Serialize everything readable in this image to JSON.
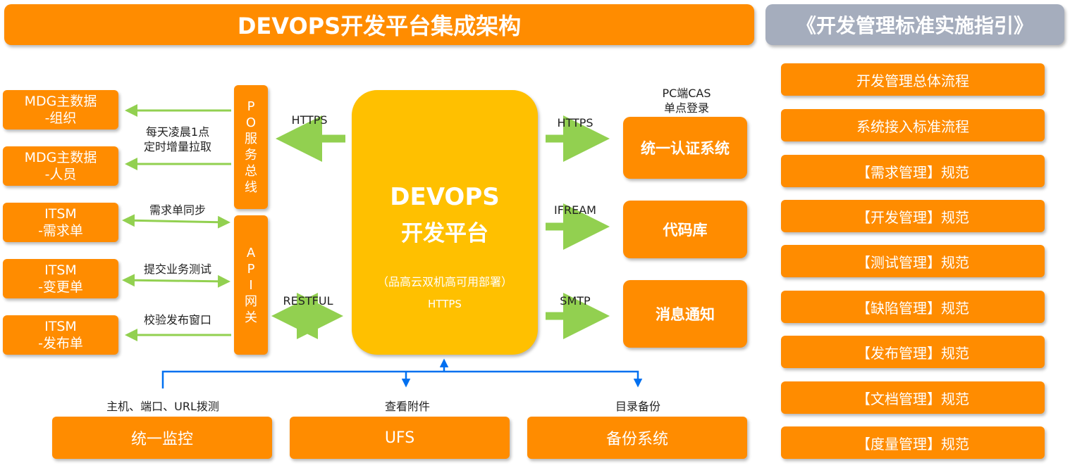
{
  "header": {
    "title": "DEVOPS开发平台集成架构",
    "guide_title": "《开发管理标准实施指引》"
  },
  "left_sources": [
    {
      "line1": "MDG主数据",
      "line2": "-组织"
    },
    {
      "line1": "MDG主数据",
      "line2": "-人员"
    },
    {
      "line1": "ITSM",
      "line2": "-需求单"
    },
    {
      "line1": "ITSM",
      "line2": "-变更单"
    },
    {
      "line1": "ITSM",
      "line2": "-发布单"
    }
  ],
  "po_bus": {
    "chars": [
      "P",
      "O",
      "服",
      "务",
      "总",
      "线"
    ]
  },
  "api_gateway": {
    "chars": [
      "A",
      "P",
      "I",
      "网",
      "关"
    ]
  },
  "left_labels": {
    "schedule_line1": "每天凌晨1点",
    "schedule_line2": "定时增量拉取",
    "demand_sync": "需求单同步",
    "submit_test": "提交业务测试",
    "verify_window": "校验发布窗口"
  },
  "protocols": {
    "po_https": "HTTPS",
    "api_restful": "RESTFUL",
    "auth_https": "HTTPS",
    "code_iframe": "IFREAM",
    "msg_smtp": "SMTP"
  },
  "core": {
    "line1": "DEVOPS",
    "line2": "开发平台",
    "deploy_note": "（品高云双机高可用部署）",
    "protocol": "HTTPS"
  },
  "right_systems": {
    "auth_caption_line1": "PC端CAS",
    "auth_caption_line2": "单点登录",
    "auth": "统一认证系统",
    "code_repo": "代码库",
    "notify": "消息通知"
  },
  "bottom_systems": {
    "monitor_caption": "主机、端口、URL拨测",
    "monitor": "统一监控",
    "ufs_caption": "查看附件",
    "ufs": "UFS",
    "backup_caption": "目录备份",
    "backup": "备份系统"
  },
  "guide_items": [
    "开发管理总体流程",
    "系统接入标准流程",
    "【需求管理】规范",
    "【开发管理】规范",
    "【测试管理】规范",
    "【缺陷管理】规范",
    "【发布管理】规范",
    "【文档管理】规范",
    "【度量管理】规范"
  ],
  "colors": {
    "orange": "#ff8c00",
    "core_yellow": "#ffc000",
    "arrow_green": "#92d050",
    "link_blue": "#0070f0",
    "guide_gray": "#a5adbd"
  }
}
